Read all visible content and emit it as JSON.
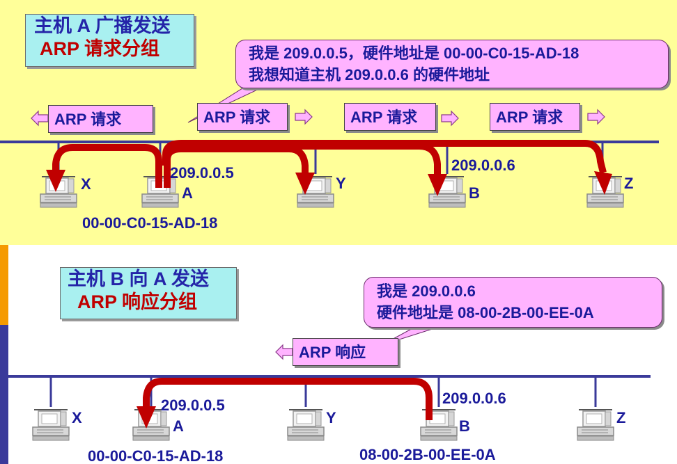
{
  "top": {
    "title_line1": "主机 A 广播发送",
    "title_line2": "ARP 请求分组",
    "callout_line1": "我是 209.0.0.5，硬件地址是 00-00-C0-15-AD-18",
    "callout_line2": "我想知道主机 209.0.0.6 的硬件地址",
    "packets": [
      "ARP 请求",
      "ARP 请求",
      "ARP 请求",
      "ARP 请求"
    ],
    "hosts": [
      "X",
      "A",
      "Y",
      "B",
      "Z"
    ],
    "ip_a": "209.0.0.5",
    "ip_b": "209.0.0.6",
    "mac_a": "00-00-C0-15-AD-18"
  },
  "bottom": {
    "title_line1": "主机 B 向 A 发送",
    "title_line2": "ARP 响应分组",
    "callout_line1": "我是 209.0.0.6",
    "callout_line2": "硬件地址是 08-00-2B-00-EE-0A",
    "packet": "ARP 响应",
    "hosts": [
      "X",
      "A",
      "Y",
      "B",
      "Z"
    ],
    "ip_a": "209.0.0.5",
    "ip_b": "209.0.0.6",
    "mac_a": "00-00-C0-15-AD-18",
    "mac_b": "08-00-2B-00-EE-0A"
  },
  "colors": {
    "top_background": "#ffff99",
    "title_box": "#a9f0f0",
    "callout": "#ffb3ff",
    "bus": "#3a3a9a",
    "arrow": "#c00000",
    "text": "#1a1a9a"
  }
}
